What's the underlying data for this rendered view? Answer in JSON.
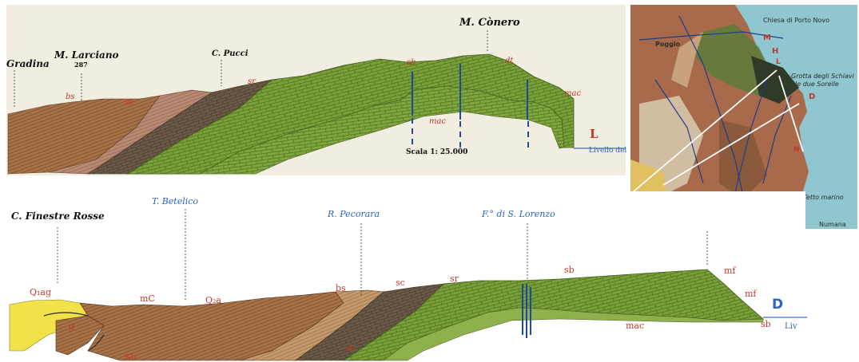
{
  "colors": {
    "green": "#7aa038",
    "green_dark": "#4e6e22",
    "brown": "#a87248",
    "brown_dark": "#6b4f3a",
    "tan": "#c49a6c",
    "yellow": "#f2e24a",
    "label_red": "#c0392b",
    "label_blue": "#2d63b8",
    "sea": "#8fc6cf"
  },
  "section_top": {
    "places": {
      "gradina": "Gradina",
      "larciano": "M. Larciano",
      "larciano_elev": "287",
      "pucci": "C. Pucci",
      "conero": "M. Cònero"
    },
    "units": {
      "bs": "bs",
      "sc": "sc",
      "sr": "sr",
      "sb": "sb",
      "dt": "dt",
      "mac_right": "mac",
      "mac_mid": "mac"
    },
    "scale": "Scala 1: 25.000",
    "end_letter": "L",
    "sea_level": "Livello del"
  },
  "section_bottom": {
    "places": {
      "finestre": "C. Finestre Rosse",
      "betelico": "T. Betelico",
      "pecorara": "R. Pecorara",
      "lorenzo": "F.° di S. Lorenzo"
    },
    "units": {
      "q1ag": "Q₁ag",
      "g": "g",
      "mc": "mC",
      "q2a": "Q₂a",
      "sh": "Sh",
      "bs": "bs",
      "sc": "sc",
      "sr": "sr",
      "sb_low": "sb",
      "sb_top": "sb",
      "sb_right": "sb",
      "mf_top": "mf",
      "mf": "mf",
      "mac": "mac"
    },
    "end_letter": "D",
    "sea_level": "Liv"
  },
  "map": {
    "labels": {
      "porto_novo": "Chiesa di Porto Novo",
      "grotta": "Grotta degli Schiavi",
      "sorelle": "le due Sorelle",
      "poggio": "Poggio",
      "tetto": "Tetto marino",
      "numana": "Numana"
    },
    "letters": {
      "m": "M",
      "h": "H",
      "l": "L",
      "d": "D",
      "n": "N"
    }
  }
}
